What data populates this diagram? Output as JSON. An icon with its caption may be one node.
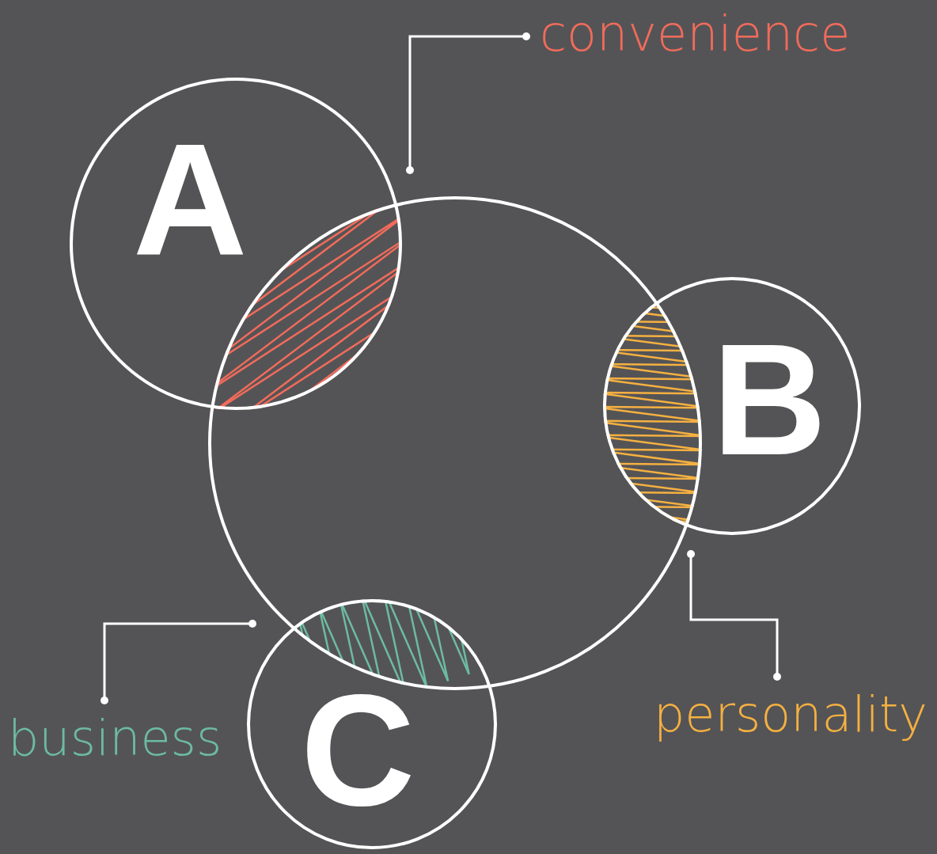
{
  "diagram": {
    "nodes": [
      {
        "text": [
          "convenience"
        ]
      },
      {
        "text": [
          "A"
        ]
      },
      {
        "text": [],
        "shape": "circle"
      },
      {
        "text": [
          "B"
        ]
      },
      {
        "text": [
          "personality"
        ]
      },
      {
        "text": [
          "business"
        ]
      },
      {
        "text": [
          "C"
        ]
      }
    ],
    "edges": [
      {
        "from": 0,
        "to": 1,
        "arrow": "other"
      },
      {
        "from": 4,
        "to": 2,
        "arrow": "other"
      },
      {
        "from": 5,
        "to": 6,
        "arrow": "other"
      }
    ]
  }
}
